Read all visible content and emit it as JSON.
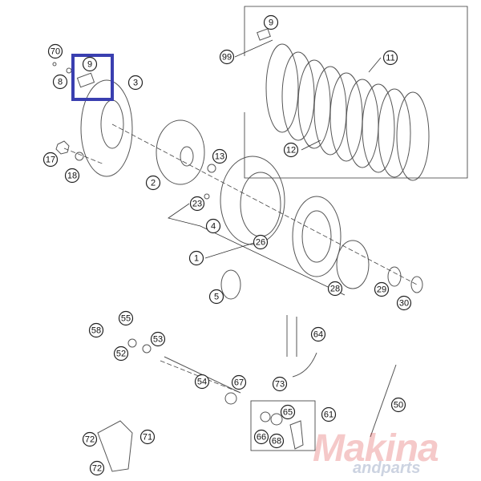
{
  "diagram": {
    "title": "Clutch assembly exploded parts diagram",
    "highlighted_part": "9",
    "highlight_color": "#3a3fb0",
    "callouts": [
      "70",
      "9",
      "8",
      "3",
      "99",
      "9",
      "11",
      "12",
      "17",
      "18",
      "13",
      "2",
      "23",
      "4",
      "26",
      "1",
      "28",
      "29",
      "5",
      "30",
      "55",
      "58",
      "53",
      "64",
      "52",
      "54",
      "67",
      "73",
      "61",
      "65",
      "50",
      "66",
      "68",
      "72",
      "71",
      "72"
    ]
  },
  "watermark": {
    "brand": "Makina",
    "sub": "andparts"
  }
}
